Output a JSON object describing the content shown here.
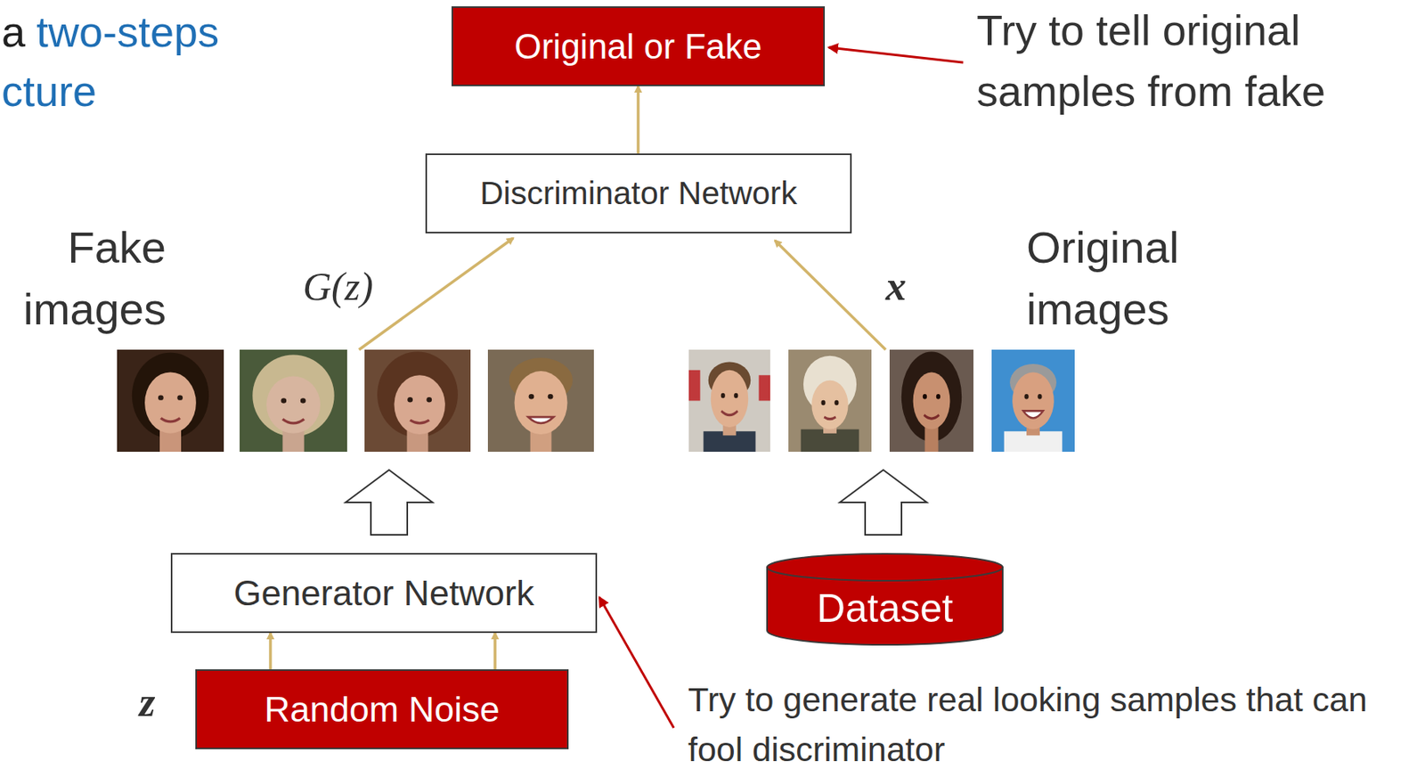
{
  "diagram": {
    "nodes": [
      {
        "text": [
          "Original or Fake"
        ]
      },
      {
        "text": [
          "Discriminator Network"
        ]
      },
      {
        "text": [
          "Generator Network"
        ]
      },
      {
        "text": [
          "Dataset"
        ]
      },
      {
        "text": [
          "Random Noise"
        ]
      }
    ],
    "edges": [
      {
        "from": 4,
        "to": 2,
        "arrow": "to"
      },
      {
        "from": 4,
        "to": 2,
        "arrow": "to"
      },
      {
        "from": 1,
        "to": 0,
        "arrow": "to"
      }
    ],
    "labels": [
      "a",
      "two-steps",
      "Try to tell original samples from fake",
      "cture",
      "Fake images",
      "Original images",
      "G(z)",
      "x",
      "z",
      "Try to generate real looking samples that can fool discriminator"
    ]
  }
}
